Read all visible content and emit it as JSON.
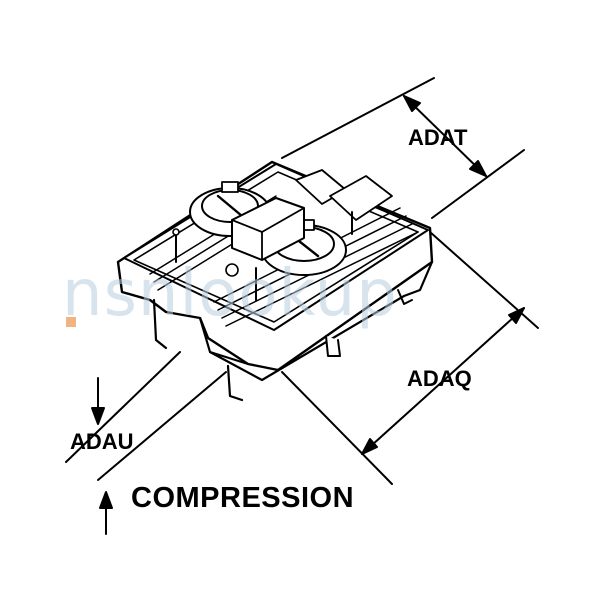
{
  "labels": {
    "adat": "ADAT",
    "adaq": "ADAQ",
    "adau": "ADAU",
    "compression": "COMPRESSION"
  },
  "watermark": {
    "text": "nsnlookup",
    "color": "#b9cfe0",
    "accent": "#f0a060"
  },
  "colors": {
    "ink": "#000000",
    "background": "#ffffff"
  }
}
